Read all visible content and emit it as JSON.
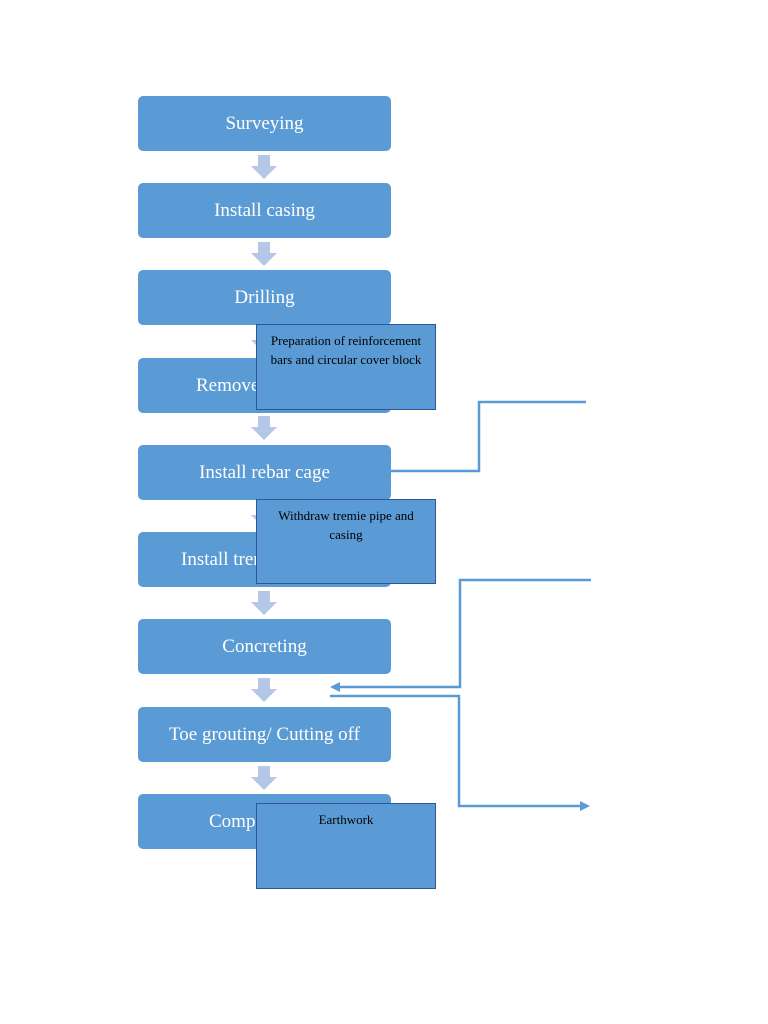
{
  "steps": [
    "Surveying",
    "Install casing",
    "Drilling",
    "Remove",
    "Install rebar cage",
    "Install tremie",
    "Concreting",
    "Toe grouting/ Cutting off",
    "Complete"
  ],
  "notes": {
    "rebar_prep": "Preparation of reinforcement bars and circular cover block",
    "withdraw": "Withdraw tremie pipe and casing",
    "earthwork": "Earthwork"
  },
  "colors": {
    "step_fill": "#5b9bd5",
    "arrow_fill": "#b4c7e7",
    "connector": "#5b9bd5",
    "note_border": "#2f5597"
  }
}
